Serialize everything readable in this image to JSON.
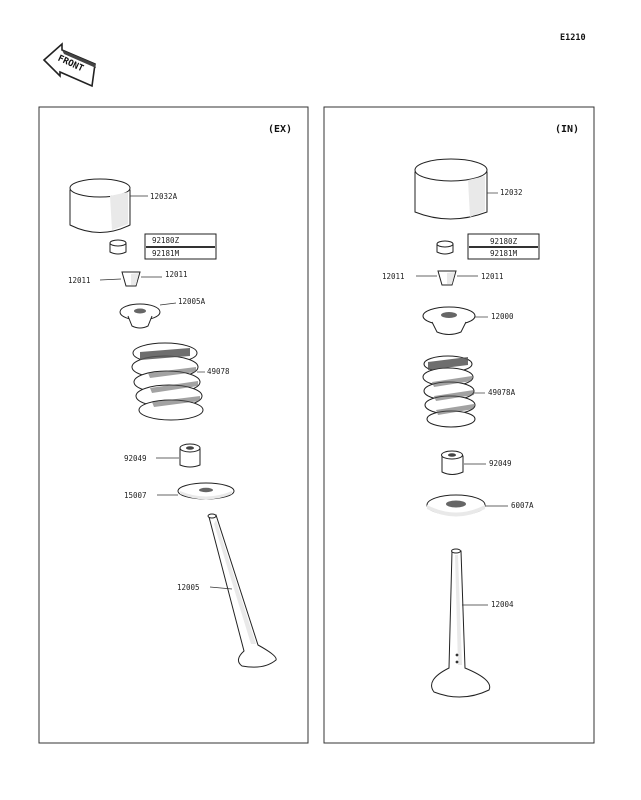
{
  "diagram_code": "E1210",
  "front_label": "FRONT",
  "panels": {
    "exhaust": {
      "title": "(EX)",
      "parts": {
        "tappet": "12032A",
        "shim_1": "92180Z",
        "shim_2": "92181M",
        "keeper_left": "12011",
        "keeper_right": "12011",
        "retainer": "12005A",
        "spring": "49078",
        "seal": "92049",
        "seat": "15007",
        "valve": "12005"
      }
    },
    "intake": {
      "title": "(IN)",
      "parts": {
        "tappet": "12032",
        "shim_1": "92180Z",
        "shim_2": "92181M",
        "keeper_left": "12011",
        "keeper_right": "12011",
        "retainer": "12000",
        "spring": "49078A",
        "seal": "92049",
        "seat": "6007A",
        "valve": "12004"
      }
    }
  },
  "colors": {
    "line": "#222222",
    "panel_border": "#333333",
    "background": "#ffffff"
  }
}
